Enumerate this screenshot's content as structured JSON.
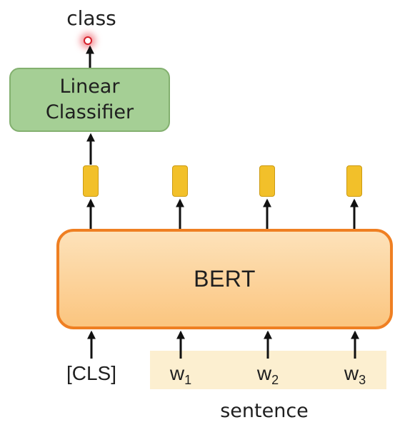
{
  "output": {
    "label": "class"
  },
  "classifier": {
    "line1": "Linear",
    "line2": "Classifier"
  },
  "model": {
    "label": "BERT"
  },
  "inputs": [
    {
      "base": "[CLS]",
      "sub": ""
    },
    {
      "base": "w",
      "sub": "1"
    },
    {
      "base": "w",
      "sub": "2"
    },
    {
      "base": "w",
      "sub": "3"
    }
  ],
  "sentence": {
    "label": "sentence"
  },
  "colors": {
    "classifier_fill": "#a5cf95",
    "bert_fill": "#fbc57f",
    "bert_border": "#ef7f22",
    "token_fill": "#f2c02a",
    "sentence_highlight": "#fcefd0",
    "output_glow": "#d4202a"
  }
}
